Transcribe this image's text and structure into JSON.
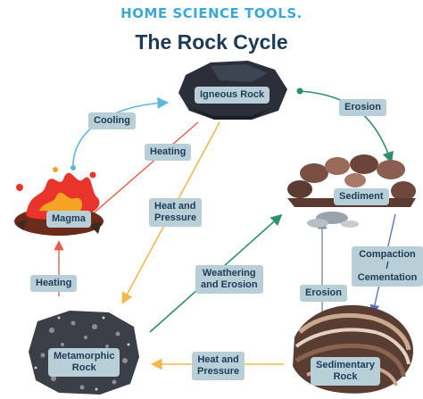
{
  "header": {
    "brand": "HOME SCIENCE TOOLS.",
    "title": "The Rock Cycle"
  },
  "nodes": {
    "igneous": "Igneous Rock",
    "sediment": "Sediment",
    "magma": "Magma",
    "metamorphic": "Metamorphic\nRock",
    "sedimentary": "Sedimentary\nRock"
  },
  "processes": {
    "cooling": "Cooling",
    "erosion_top": "Erosion",
    "heating_top": "Heating",
    "heat_pressure_mid": "Heat and\nPressure",
    "weathering": "Weathering\nand Erosion",
    "compaction": "Compaction /\nCementation",
    "heating_left": "Heating",
    "erosion_bottom": "Erosion",
    "heat_pressure_bottom": "Heat and\nPressure"
  },
  "colors": {
    "cooling": "#5bb8dc",
    "erosion": "#2e8f6f",
    "heating": "#e85b4a",
    "heat_pressure": "#f2b84b",
    "weathering": "#2e8f6f",
    "compaction": "#5a73c8",
    "erosion_bottom": "#7a8fa0",
    "heat_pressure_bottom": "#f2b84b"
  }
}
